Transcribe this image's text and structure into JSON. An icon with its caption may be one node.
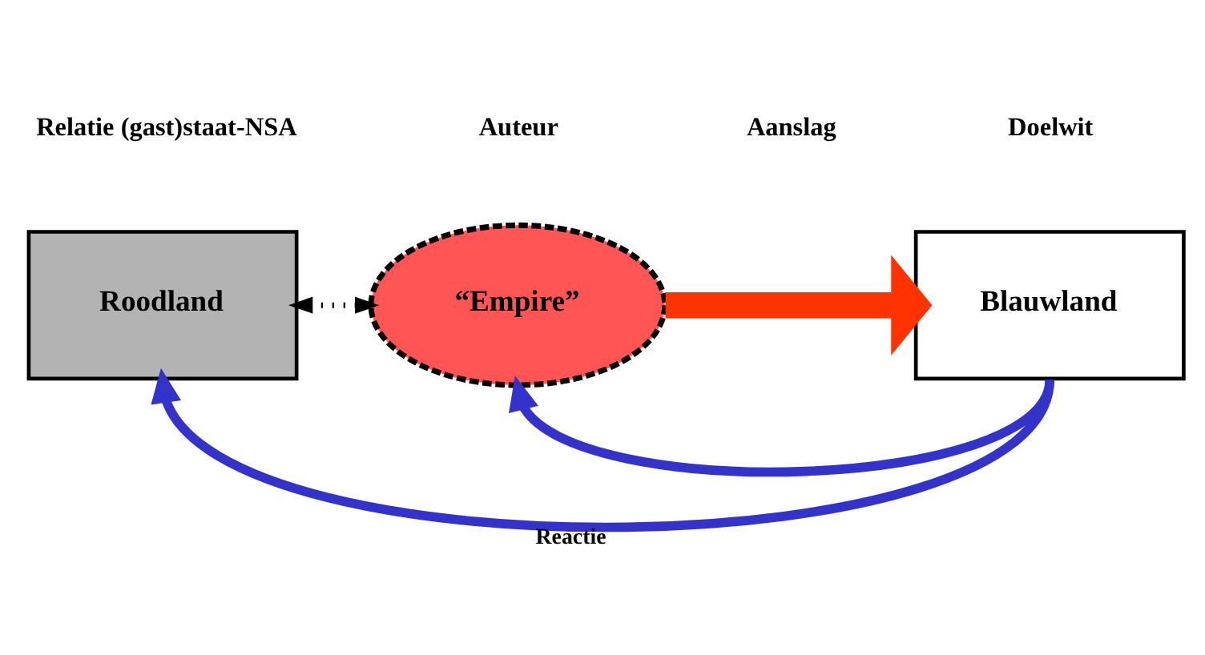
{
  "diagram": {
    "nodes": [
      {
        "text": [
          "Roodland"
        ]
      },
      {
        "text": [
          "“Empire”"
        ]
      },
      {
        "text": [
          "Blauwland"
        ]
      }
    ],
    "edges": [
      {
        "from": 0,
        "to": 1,
        "arrow": "both",
        "style": "dashed",
        "color": "#000000"
      },
      {
        "from": 1,
        "to": 2,
        "arrow": "to",
        "style": "thick",
        "color": "#ff3300"
      },
      {
        "from": 2,
        "to": 1,
        "arrow": "to",
        "color": "#3333cc"
      },
      {
        "from": 2,
        "to": 0,
        "arrow": "to",
        "color": "#3333cc",
        "label": "Reactie"
      }
    ],
    "labels": [
      "Relatie (gast)staat-NSA",
      "Auteur",
      "Aanslag",
      "Doelwit"
    ]
  }
}
